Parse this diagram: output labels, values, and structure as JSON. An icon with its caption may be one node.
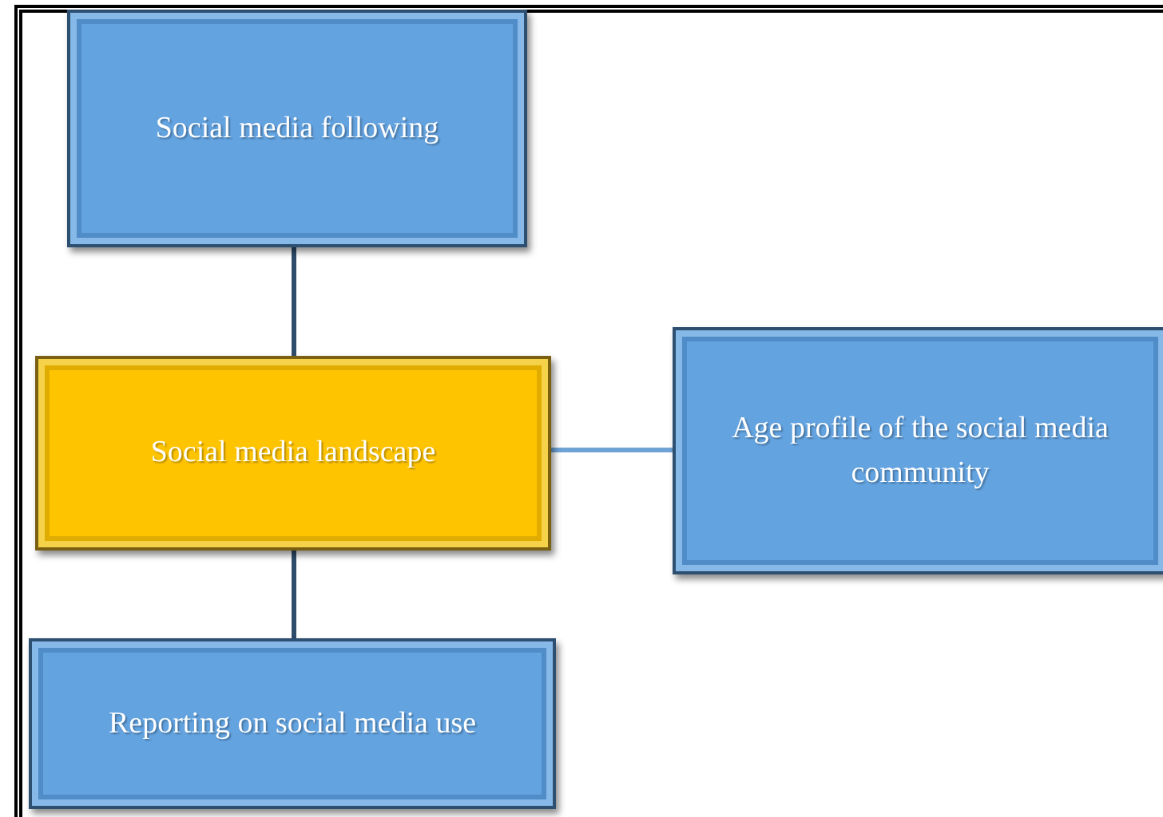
{
  "diagram": {
    "nodes": [
      {
        "text": [
          "Social media following"
        ]
      },
      {
        "text": [
          "Social media landscape"
        ]
      },
      {
        "text": [
          "Age profile of the social media community"
        ]
      },
      {
        "text": [
          "Reporting on social media use"
        ]
      }
    ],
    "edges": [
      {
        "from": 0,
        "to": 1,
        "arrow": "none"
      },
      {
        "from": 1,
        "to": 2,
        "arrow": "none",
        "color": "#6fa3d6"
      },
      {
        "from": 1,
        "to": 3,
        "arrow": "none"
      }
    ]
  }
}
